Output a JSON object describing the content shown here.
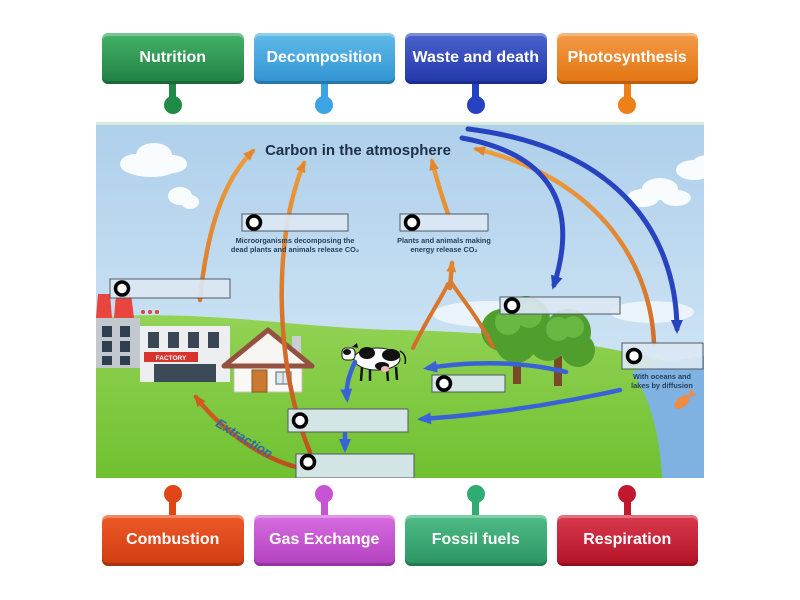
{
  "chips_top": [
    {
      "label": "Nutrition",
      "color_top": "#45b268",
      "color_bottom": "#1f8043",
      "pin_color": "#218a47"
    },
    {
      "label": "Decomposition",
      "color_top": "#61bbe9",
      "color_bottom": "#2f93d2",
      "pin_color": "#3da4e4"
    },
    {
      "label": "Waste and death",
      "color_top": "#4a64cd",
      "color_bottom": "#2236ab",
      "pin_color": "#2742c0"
    },
    {
      "label": "Photosynthesis",
      "color_top": "#f49b49",
      "color_bottom": "#e2740f",
      "pin_color": "#ee8018"
    }
  ],
  "chips_bottom": [
    {
      "label": "Combustion",
      "color_top": "#ee5a28",
      "color_bottom": "#cf3c12",
      "pin_color": "#e04517"
    },
    {
      "label": "Gas Exchange",
      "color_top": "#d76ee0",
      "color_bottom": "#b33fbe",
      "pin_color": "#c854d4"
    },
    {
      "label": "Fossil fuels",
      "color_top": "#4fbd88",
      "color_bottom": "#2a9461",
      "pin_color": "#30ab72"
    },
    {
      "label": "Respiration",
      "color_top": "#d93a4e",
      "color_bottom": "#b31226",
      "pin_color": "#c2182e"
    }
  ],
  "diagram": {
    "title": "Carbon in the atmosphere",
    "captions": {
      "microorganisms": [
        "Microorganisms decomposing the",
        "dead plants and animals release CO₂"
      ],
      "plants": [
        "Plants and animals making",
        "energy release CO₂"
      ],
      "oceans": [
        "With oceans and",
        "lakes by diffusion"
      ],
      "extraction": "Extraction",
      "factory_sign": "FACTORY"
    },
    "colors": {
      "arrow_orange": "#e2882c",
      "arrow_red_orange": "#cf5a20",
      "arrow_blue_dark": "#2843c0",
      "arrow_blue": "#3a62d8",
      "drop_box_fill": "#dbe7f3",
      "drop_box_border": "#4f5a66",
      "title_text": "#1c3048",
      "caption_text": "#25405e",
      "extraction_text": "#2a6aa5",
      "sky": "#b9d8ef",
      "grass": "#7cc93e",
      "water": "#7fb2e0"
    }
  }
}
